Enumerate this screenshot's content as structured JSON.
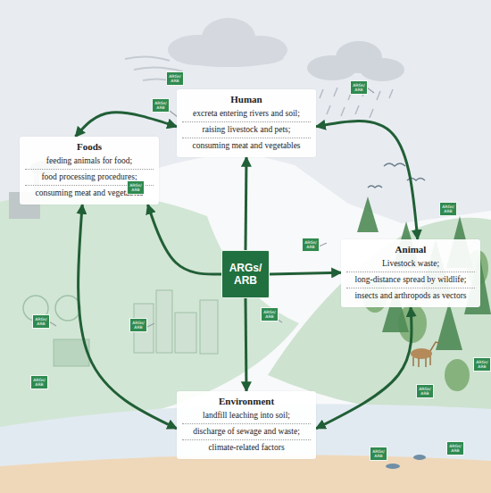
{
  "diagram": {
    "nodes": [
      {
        "text": [
          "Human",
          "excreta entering rivers and soil;",
          "raising livestock and pets;",
          "consuming meat and vegetables"
        ]
      },
      {
        "text": [
          "Foods",
          "feeding animals for food;",
          "food processing procedures;",
          "consuming meat and vegetables"
        ]
      },
      {
        "text": [
          "ARGs/ ARB"
        ]
      },
      {
        "text": [
          "Animal",
          "Livestock waste;",
          "long-distance spread by wildlife;",
          "insects and arthropods as vectors"
        ]
      },
      {
        "text": [
          "Environment",
          "landfill leaching into soil;",
          "discharge of sewage and waste;",
          "climate-related factors"
        ]
      }
    ],
    "edges": [
      {
        "from": 2,
        "to": 0,
        "arrow": "to"
      },
      {
        "from": 2,
        "to": 1,
        "arrow": "to"
      },
      {
        "from": 2,
        "to": 3,
        "arrow": "to"
      },
      {
        "from": 2,
        "to": 4,
        "arrow": "to"
      },
      {
        "from": 0,
        "to": 1,
        "arrow": "both"
      },
      {
        "from": 0,
        "to": 3,
        "arrow": "both"
      },
      {
        "from": 1,
        "to": 4,
        "arrow": "both"
      },
      {
        "from": 3,
        "to": 4,
        "arrow": "both"
      }
    ],
    "labels": [
      "ARGs/ ARB",
      "ARGs/ ARB",
      "ARGs/ ARB",
      "ARGs/ ARB",
      "ARGs/ ARB",
      "ARGs/ ARB",
      "ARGs/ ARB",
      "ARGs/ ARB",
      "ARGs/ ARB",
      "ARGs/ ARB",
      "ARGs/ ARB",
      "ARGs/ ARB",
      "ARGs/ ARB",
      "ARGs/ ARB"
    ]
  }
}
